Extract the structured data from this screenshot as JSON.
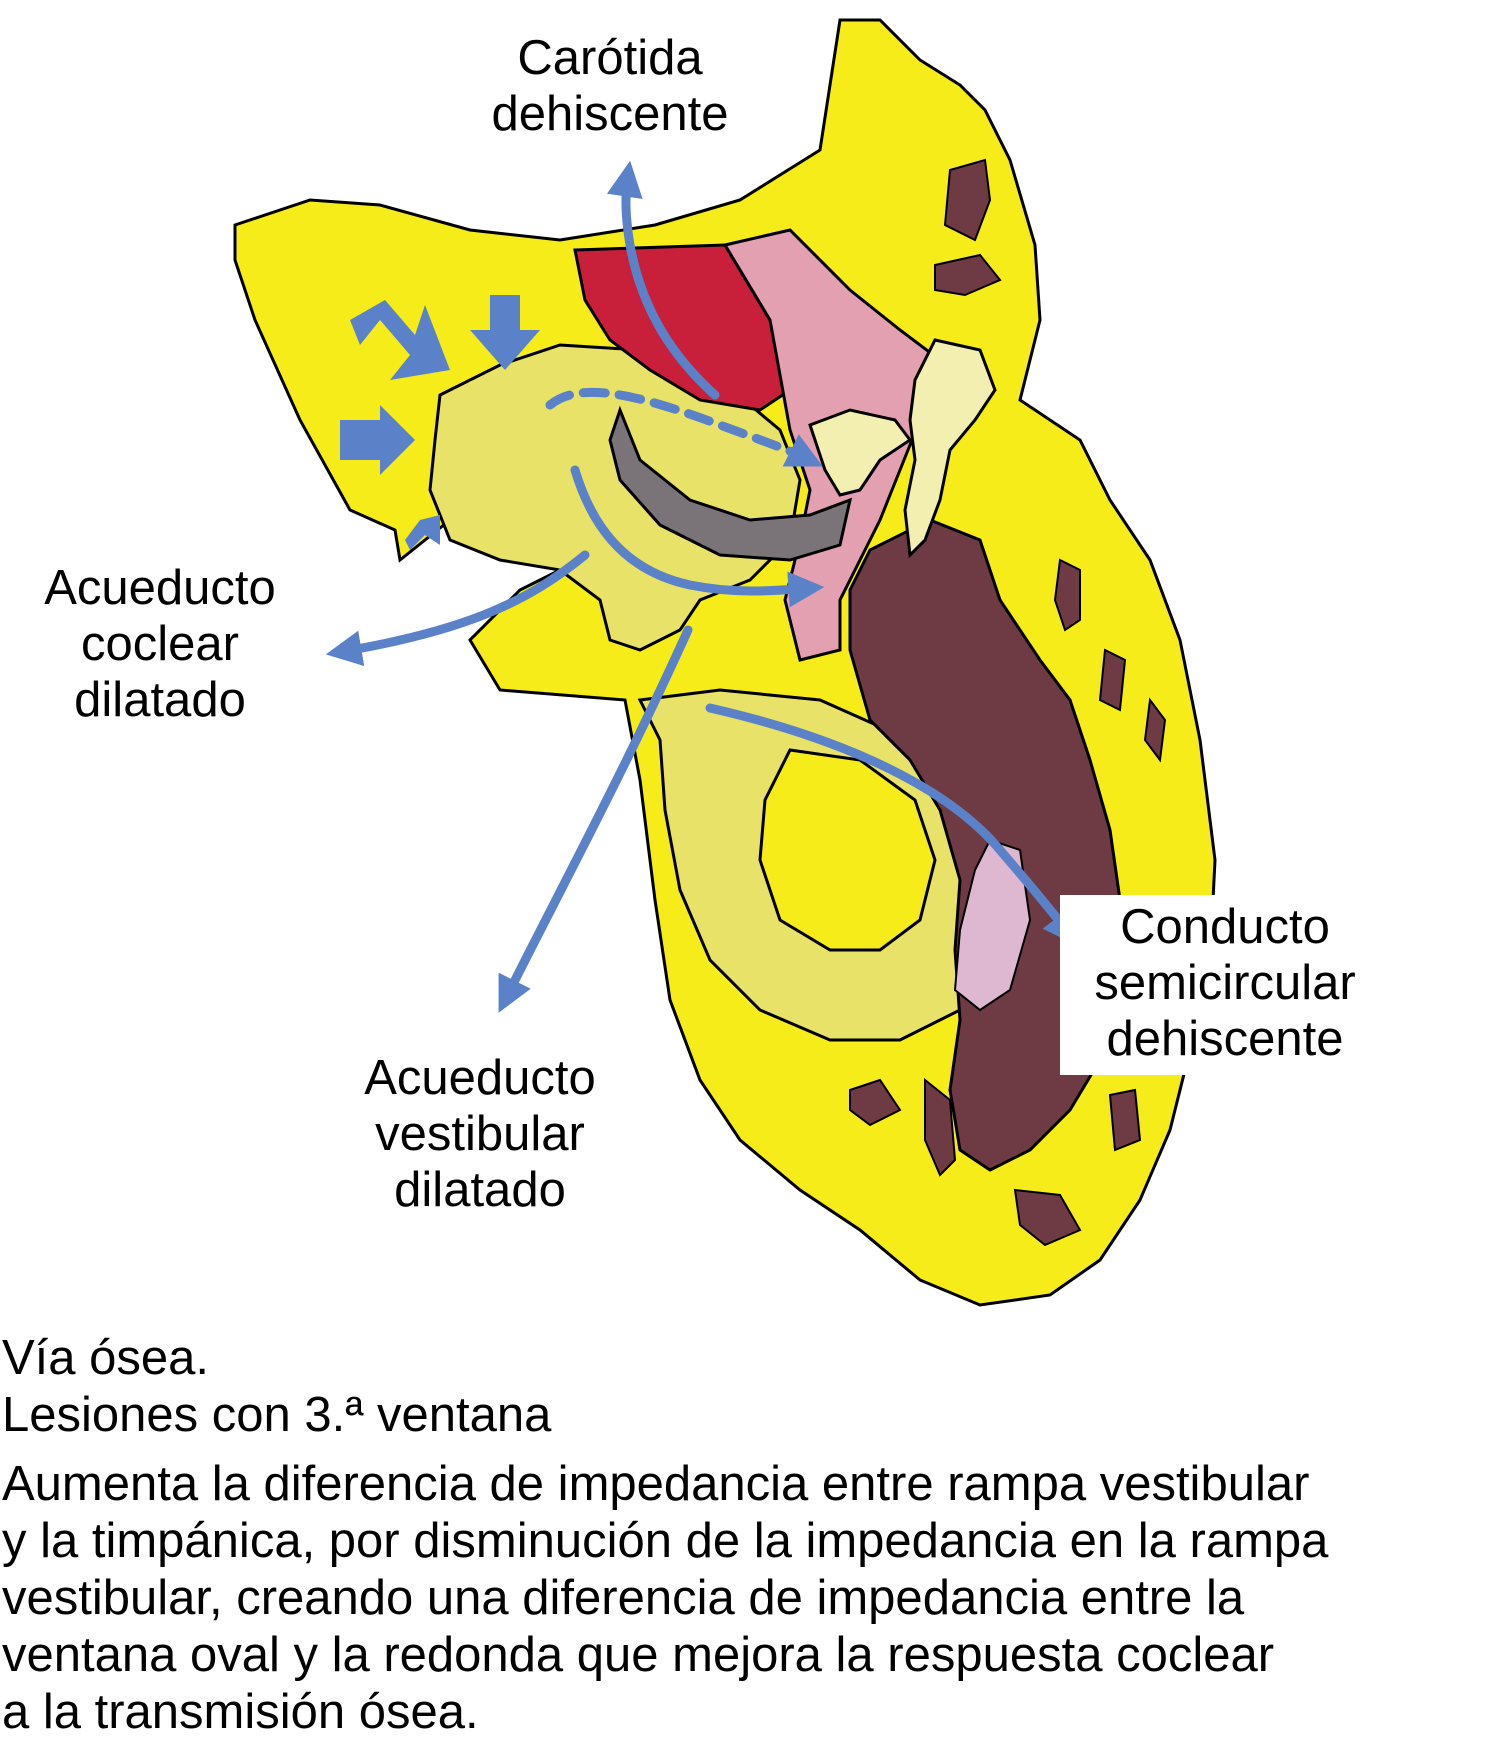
{
  "labels": {
    "carotida": [
      "Carótida",
      "dehiscente"
    ],
    "acueducto_coclear": [
      "Acueducto",
      "coclear",
      "dilatado"
    ],
    "acueducto_vestibular": [
      "Acueducto",
      "vestibular",
      "dilatado"
    ],
    "conducto_semicircular": [
      "Conducto",
      "semicircular",
      "dehiscente"
    ]
  },
  "caption": {
    "title_lines": [
      "Vía ósea.",
      "Lesiones con 3.ª ventana"
    ],
    "description_lines": [
      "Aumenta la diferencia de impedancia entre rampa vestibular",
      "y la timpánica, por disminución de la impedancia en la rampa",
      "vestibular, creando una diferencia de impedancia entre la",
      "ventana oval y la redonda que mejora la respuesta coclear",
      "a la transmisión ósea."
    ]
  },
  "colors": {
    "bone": "#f5ec1a",
    "inner_ear": "#e8e268",
    "carotid": "#c8203a",
    "pink_tissue": "#e3a0b0",
    "dark_tissue": "#6e3a44",
    "round_window": "#7a7478",
    "ossicles": "#f3efb0",
    "arrow": "#5b82c8",
    "outline": "#000000"
  }
}
